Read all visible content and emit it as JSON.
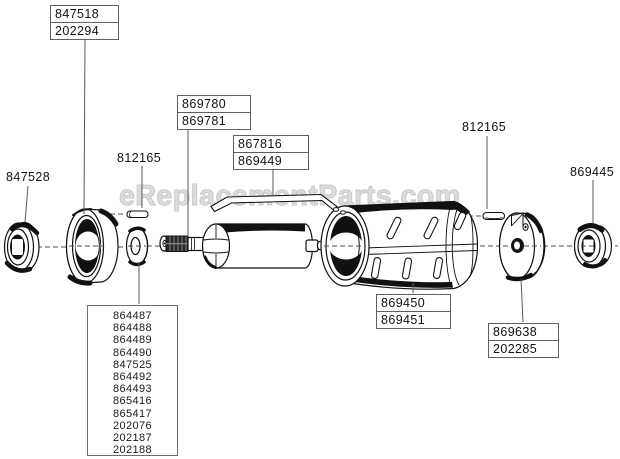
{
  "watermark": "eReplacementParts.com",
  "callouts": {
    "collar": {
      "row1": "847518",
      "row2": "202294"
    },
    "front_bearing": {
      "label": "847528"
    },
    "pin_left": {
      "label": "812165"
    },
    "armature": {
      "row1": "869780",
      "row2": "869781"
    },
    "baffle": {
      "row1": "867816",
      "row2": "869449"
    },
    "pin_right": {
      "label": "812165"
    },
    "rear_bearing": {
      "label": "869445"
    },
    "field": {
      "row1": "869450",
      "row2": "869451"
    },
    "end_plate": {
      "row1": "869638",
      "row2": "202285"
    },
    "washer_kit": {
      "items": [
        "864487",
        "864488",
        "864489",
        "864490",
        "847525",
        "864492",
        "864493",
        "865416",
        "865417",
        "202076",
        "202187",
        "202188"
      ]
    }
  }
}
